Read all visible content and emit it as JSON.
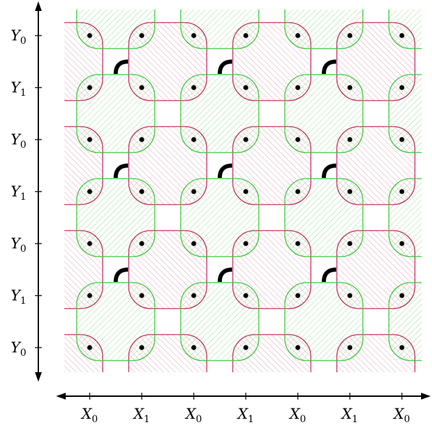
{
  "x_labels": [
    {
      "base": "X",
      "sub": "0"
    },
    {
      "base": "X",
      "sub": "1"
    },
    {
      "base": "X",
      "sub": "0"
    },
    {
      "base": "X",
      "sub": "1"
    },
    {
      "base": "X",
      "sub": "0"
    },
    {
      "base": "X",
      "sub": "1"
    },
    {
      "base": "X",
      "sub": "0"
    }
  ],
  "y_labels": [
    {
      "base": "Y",
      "sub": "0"
    },
    {
      "base": "Y",
      "sub": "1"
    },
    {
      "base": "Y",
      "sub": "0"
    },
    {
      "base": "Y",
      "sub": "1"
    },
    {
      "base": "Y",
      "sub": "0"
    },
    {
      "base": "Y",
      "sub": "1"
    },
    {
      "base": "Y",
      "sub": "0"
    }
  ],
  "colors": {
    "red_region": "#c0305a",
    "green_region": "#3cc83c",
    "red_hatch": "#e4a8bc",
    "green_hatch": "#9fe09f",
    "ink": "#000000"
  }
}
